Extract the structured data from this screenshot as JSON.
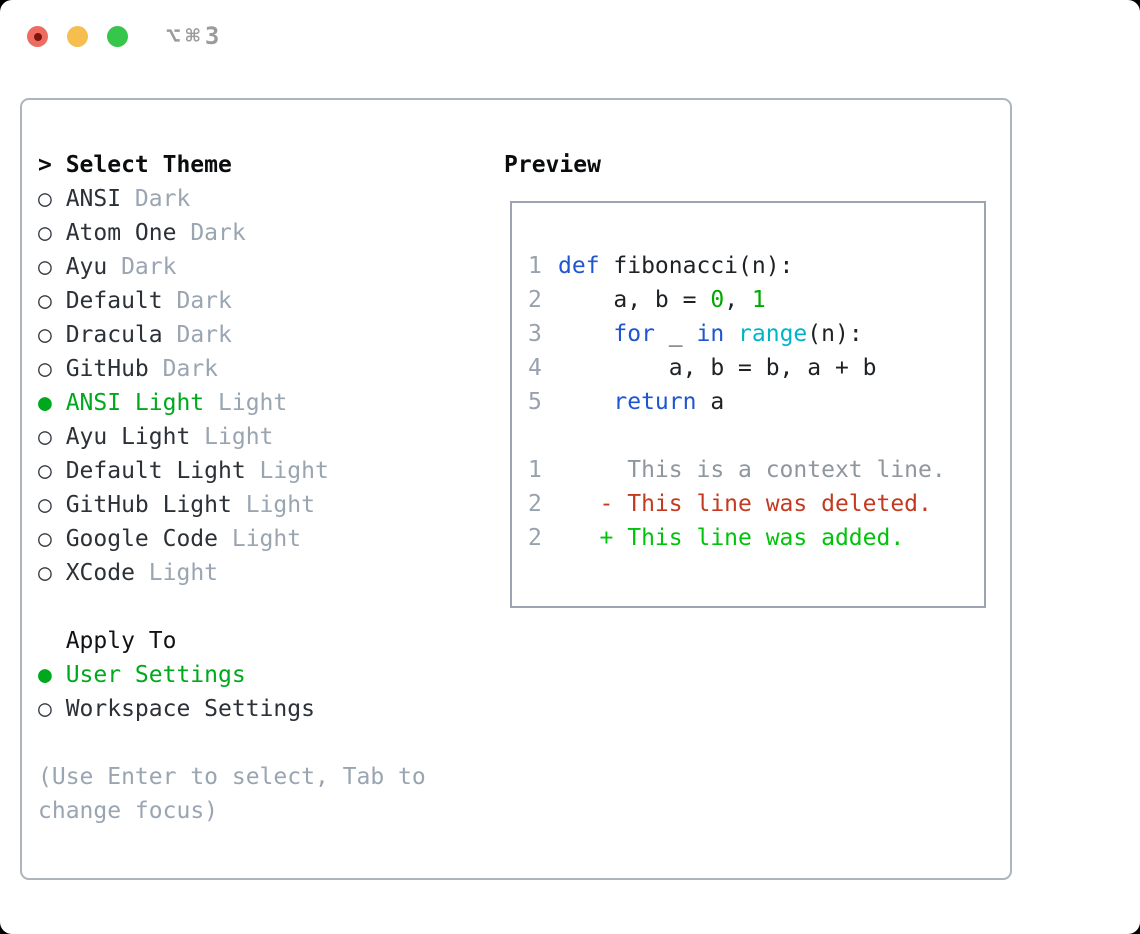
{
  "window": {
    "shortcut": "⌥⌘3"
  },
  "theme_list": {
    "title_marker": ">",
    "title": "Select Theme",
    "items": [
      {
        "name": "ANSI",
        "tag": "Dark",
        "selected": false
      },
      {
        "name": "Atom One",
        "tag": "Dark",
        "selected": false
      },
      {
        "name": "Ayu",
        "tag": "Dark",
        "selected": false
      },
      {
        "name": "Default",
        "tag": "Dark",
        "selected": false
      },
      {
        "name": "Dracula",
        "tag": "Dark",
        "selected": false
      },
      {
        "name": "GitHub",
        "tag": "Dark",
        "selected": false
      },
      {
        "name": "ANSI Light",
        "tag": "Light",
        "selected": true
      },
      {
        "name": "Ayu Light",
        "tag": "Light",
        "selected": false
      },
      {
        "name": "Default Light",
        "tag": "Light",
        "selected": false
      },
      {
        "name": "GitHub Light",
        "tag": "Light",
        "selected": false
      },
      {
        "name": "Google Code",
        "tag": "Light",
        "selected": false
      },
      {
        "name": "XCode",
        "tag": "Light",
        "selected": false
      }
    ],
    "selected_marker": "●",
    "unselected_marker": "○"
  },
  "apply_to": {
    "title": "Apply To",
    "options": [
      {
        "label": "User Settings",
        "selected": true
      },
      {
        "label": "Workspace Settings",
        "selected": false
      }
    ]
  },
  "help_lines": [
    "(Use Enter to select, Tab to",
    "change focus)"
  ],
  "preview": {
    "title": "Preview",
    "code_lines": [
      {
        "num": "1",
        "segments": [
          {
            "text": "def",
            "color": "keyword"
          },
          {
            "text": " fibonacci(n):",
            "color": "text"
          }
        ]
      },
      {
        "num": "2",
        "segments": [
          {
            "text": "    a, b = ",
            "color": "text"
          },
          {
            "text": "0",
            "color": "number"
          },
          {
            "text": ", ",
            "color": "text"
          },
          {
            "text": "1",
            "color": "number"
          }
        ]
      },
      {
        "num": "3",
        "segments": [
          {
            "text": "    ",
            "color": "text"
          },
          {
            "text": "for",
            "color": "keyword"
          },
          {
            "text": " _ ",
            "color": "text"
          },
          {
            "text": "in",
            "color": "keyword"
          },
          {
            "text": " ",
            "color": "text"
          },
          {
            "text": "range",
            "color": "builtin"
          },
          {
            "text": "(n):",
            "color": "text"
          }
        ]
      },
      {
        "num": "4",
        "segments": [
          {
            "text": "        a, b = b, a + b",
            "color": "text"
          }
        ]
      },
      {
        "num": "5",
        "segments": [
          {
            "text": "    ",
            "color": "text"
          },
          {
            "text": "return",
            "color": "keyword"
          },
          {
            "text": " a",
            "color": "text"
          }
        ]
      },
      {
        "num": "",
        "segments": []
      },
      {
        "num": "1",
        "segments": [
          {
            "text": "     This is a context line.",
            "color": "context"
          }
        ]
      },
      {
        "num": "2",
        "segments": [
          {
            "text": "   - This line was deleted.",
            "color": "deleted"
          }
        ]
      },
      {
        "num": "2",
        "segments": [
          {
            "text": "   + This line was added.",
            "color": "added"
          }
        ]
      }
    ]
  },
  "colors": {
    "green": "#00a81e",
    "keyword": "#1e55d1",
    "builtin": "#00b4c8",
    "number": "#00a800",
    "text": "#1e2226",
    "context": "#8e969e",
    "deleted": "#c43a20",
    "added": "#00c40a",
    "ln": "#98a2ae",
    "tag": "#9aa5b2",
    "help": "#9aa5b2",
    "panel_border": "#adb4bd",
    "box_border": "#9ba4b0"
  }
}
